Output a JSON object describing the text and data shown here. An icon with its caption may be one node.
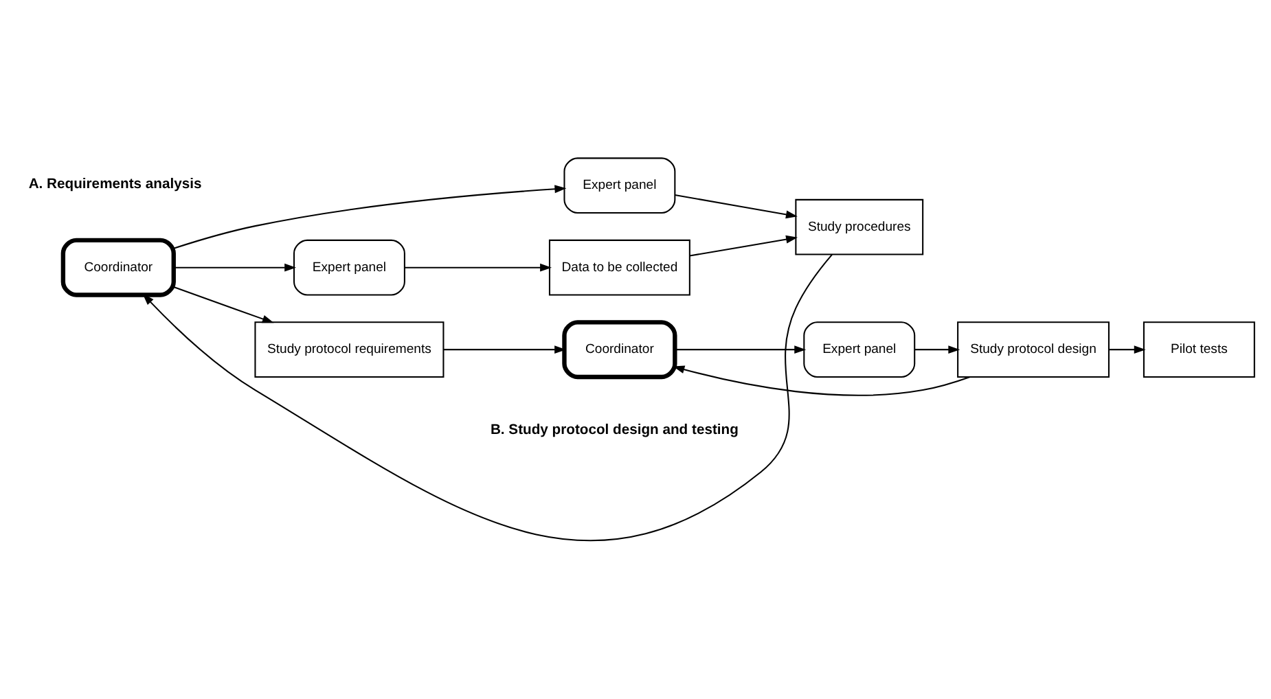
{
  "diagram": {
    "nodes": [
      {
        "text": [
          "Coordinator"
        ]
      },
      {
        "text": [
          "Expert panel"
        ]
      },
      {
        "text": [
          "Data to be collected"
        ]
      },
      {
        "text": [
          "Study protocol requirements"
        ]
      },
      {
        "text": [
          "Expert panel"
        ]
      },
      {
        "text": [
          "Study procedures"
        ]
      },
      {
        "text": [
          "Coordinator"
        ]
      },
      {
        "text": [
          "Expert panel"
        ]
      },
      {
        "text": [
          "Study protocol design"
        ]
      },
      {
        "text": [
          "Pilot tests"
        ]
      }
    ],
    "edges": [
      {
        "from": 0,
        "to": 1,
        "arrow": "to"
      },
      {
        "from": 0,
        "to": 4,
        "arrow": "to"
      },
      {
        "from": 1,
        "to": 2,
        "arrow": "to"
      },
      {
        "from": 2,
        "to": 5,
        "arrow": "to"
      },
      {
        "from": 4,
        "to": 5,
        "arrow": "to"
      },
      {
        "from": 5,
        "to": 0,
        "arrow": "to"
      },
      {
        "from": 0,
        "to": 3,
        "arrow": "to"
      },
      {
        "from": 3,
        "to": 6,
        "arrow": "to"
      },
      {
        "from": 6,
        "to": 7,
        "arrow": "to"
      },
      {
        "from": 7,
        "to": 8,
        "arrow": "to"
      },
      {
        "from": 8,
        "to": 6,
        "arrow": "to"
      },
      {
        "from": 8,
        "to": 9,
        "arrow": "to"
      }
    ],
    "labels": [
      "A. Requirements analysis",
      "B. Study protocol design and testing"
    ]
  }
}
